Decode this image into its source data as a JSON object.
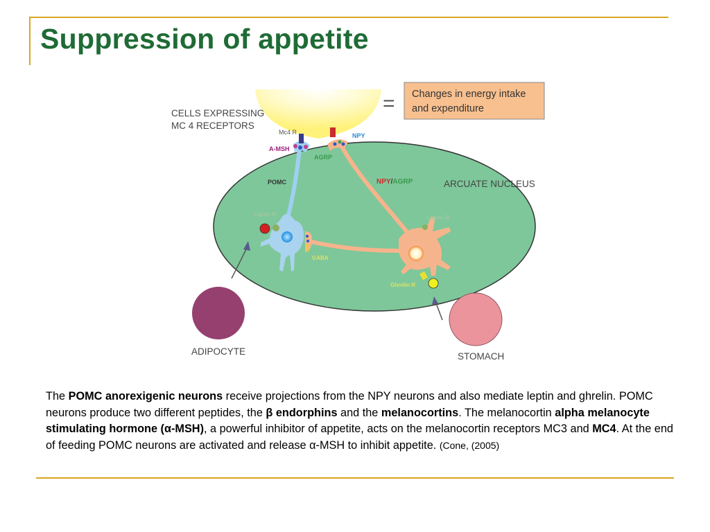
{
  "slide": {
    "title": "Suppression of appetite"
  },
  "diagram": {
    "energy_box": [
      "Changes in energy intake",
      "and expenditure"
    ],
    "equals_sign": "=",
    "cells_label": [
      "CELLS EXPRESSING",
      "MC 4 RECEPTORS"
    ],
    "mc4r": "Mc4 R",
    "msh": "A-MSH",
    "npy_top": "NPY",
    "agrp_top": "AGRP",
    "pomc": "POMC",
    "npy_agrp_npy": "NPY",
    "npy_agrp_slash": "/",
    "npy_agrp_agrp": "AGRP",
    "arcuate": "ARCUATE NUCLEUS",
    "leptin_left": "Leptin R",
    "leptin_right": "Leptin R",
    "gaba": "GABA",
    "ghrelin": "Ghrelin R",
    "adipocyte": "ADIPOCYTE",
    "stomach": "STOMACH",
    "colors": {
      "nucleus": "#7ec79a",
      "pomc_neuron": "#a9d3ee",
      "npy_neuron": "#f6b48c",
      "adipocyte": "#96406f",
      "stomach": "#eb949c",
      "energy_box": "#f8c08f",
      "title": "#1f6b35"
    }
  },
  "caption": {
    "s1_pre": "The ",
    "s1_bold": "POMC anorexigenic neurons",
    "s1_post": " receive projections from the NPY neurons and also mediate leptin and ghrelin. POMC neurons produce two different peptides, the ",
    "s2_bold": "β endorphins",
    "s2_mid": " and the ",
    "s3_bold": "melanocortins",
    "s3_post": ". The melanocortin ",
    "s4_bold": "alpha melanocyte stimulating hormone (α-MSH)",
    "s4_post": ", a powerful inhibitor of appetite, acts on the melanocortin receptors MC3 and ",
    "s5_bold": "MC4",
    "s5_post": ". At the end of feeding POMC neurons are activated and release α-MSH to inhibit appetite.  ",
    "citation": "(Cone, (2005)"
  }
}
